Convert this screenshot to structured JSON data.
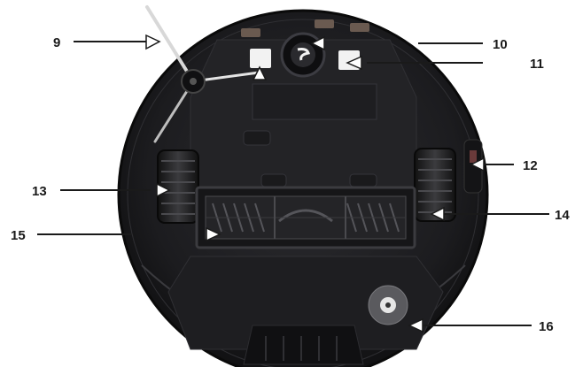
{
  "diagram": {
    "subject": "robot-vacuum-underside",
    "colors": {
      "background": "#ffffff",
      "body": "#1b1b1d",
      "body_edge": "#0d0d0e",
      "panel": "#2a2a2d",
      "brush": "#3a3a3d",
      "line": "#1a1a1a",
      "pointer_fill": "#ffffff"
    },
    "callouts": [
      {
        "id": "c9",
        "label": "9"
      },
      {
        "id": "c10",
        "label": "10"
      },
      {
        "id": "c11",
        "label": "11"
      },
      {
        "id": "c12",
        "label": "12"
      },
      {
        "id": "c13",
        "label": "13"
      },
      {
        "id": "c14",
        "label": "14"
      },
      {
        "id": "c15",
        "label": "15"
      },
      {
        "id": "c16",
        "label": "16"
      }
    ]
  }
}
